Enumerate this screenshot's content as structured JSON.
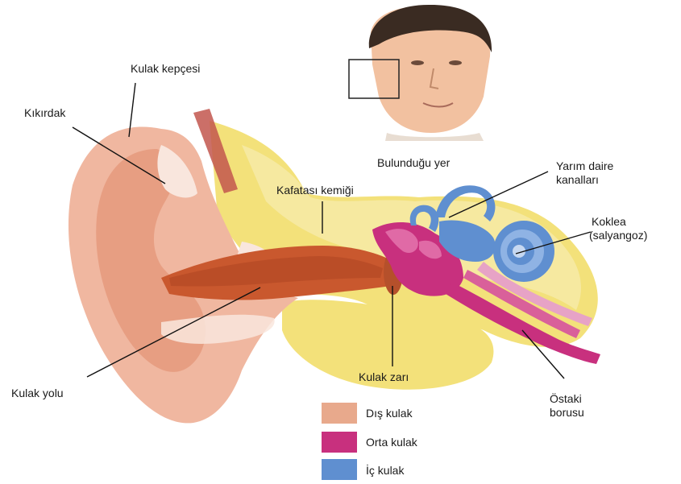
{
  "labels": {
    "kulak_kepcesi": "Kulak kepçesi",
    "kikirdak": "Kıkırdak",
    "bulundugu_yer": "Bulunduğu yer",
    "yarim_daire_1": "Yarım daire",
    "yarim_daire_2": "kanalları",
    "kafatasi": "Kafatası kemiği",
    "koklea_1": "Koklea",
    "koklea_2": "(salyangoz)",
    "kulak_yolu": "Kulak yolu",
    "kulak_zari": "Kulak zarı",
    "ostaki_1": "Östaki",
    "ostaki_2": "borusu"
  },
  "legend": [
    {
      "label": "Dış kulak",
      "color": "#e8a98c"
    },
    {
      "label": "Orta kulak",
      "color": "#c8307e"
    },
    {
      "label": "İç kulak",
      "color": "#5f8fd0"
    }
  ],
  "colors": {
    "outer_ear": "#f0b7a0",
    "outer_ear_dark": "#e08a6a",
    "canal": "#c9582e",
    "bone": "#f3e17a",
    "bone_light": "#f7ecb0",
    "middle_ear": "#c8307e",
    "inner_ear": "#5f8fd0",
    "cartilage": "#f9e6dd"
  }
}
